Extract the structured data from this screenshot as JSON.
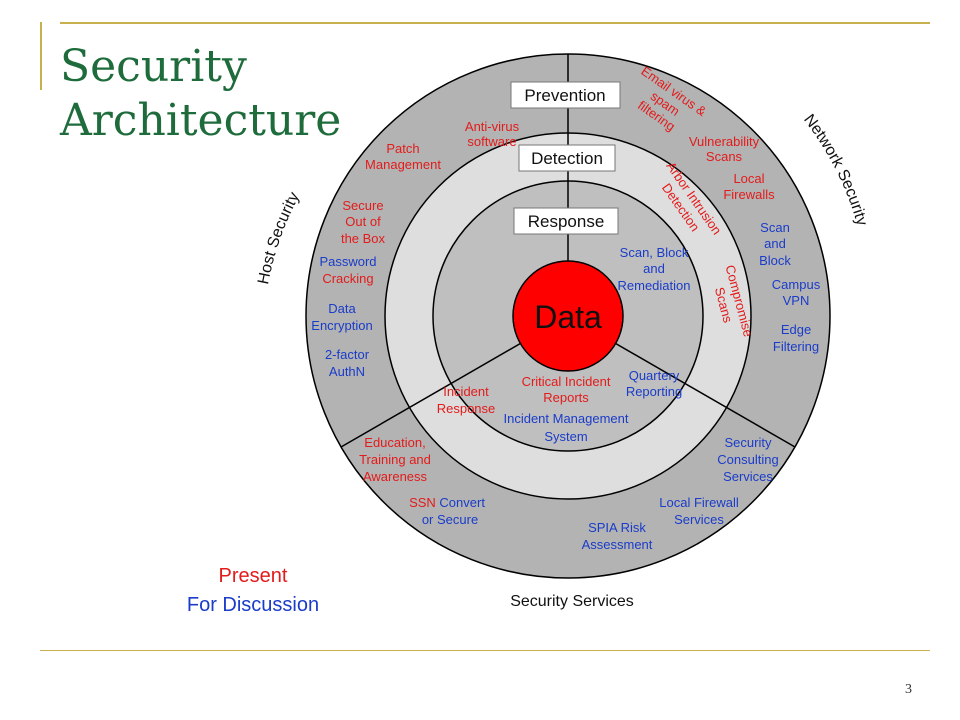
{
  "slide": {
    "title_line1": "Security",
    "title_line2": "Architecture",
    "page_number": "3"
  },
  "colors": {
    "title": "#1e6b3b",
    "rule": "#c9b04f",
    "outer_ring": "#b3b3b3",
    "mid_ring": "#dedede",
    "inner_ring": "#bfbfbf",
    "core": "#ff0000",
    "red_text": "#e31b1b",
    "blue_text": "#1a3cc9"
  },
  "diagram": {
    "core": "Data",
    "layers": {
      "prevention": "Prevention",
      "detection": "Detection",
      "response": "Response"
    },
    "sectors": {
      "host": "Host Security",
      "network": "Network Security",
      "services": "Security Services"
    },
    "items": {
      "email_virus": [
        "Email virus &",
        "spam",
        "filtering"
      ],
      "antivirus": [
        "Anti-virus",
        "software"
      ],
      "vulnerability_scans": [
        "Vulnerability",
        "Scans"
      ],
      "patch_management": [
        "Patch",
        "Management"
      ],
      "local_firewalls": [
        "Local",
        "Firewalls"
      ],
      "secure_box": [
        "Secure",
        "Out of",
        "the Box"
      ],
      "arbor": [
        "Arbor Intrusion",
        "Detection"
      ],
      "scan_block": [
        "Scan",
        "and",
        "Block"
      ],
      "password_cracking": [
        "Password",
        "Cracking"
      ],
      "scan_block_remediation": [
        "Scan, Block",
        "and",
        "Remediation"
      ],
      "campus_vpn": [
        "Campus",
        "VPN"
      ],
      "compromise_scans": [
        "Compromise",
        "Scans"
      ],
      "data_encryption": [
        "Data",
        "Encryption"
      ],
      "edge_filtering": [
        "Edge",
        "Filtering"
      ],
      "two_factor": [
        "2-factor",
        "AuthN"
      ],
      "quarterly_reporting": [
        "Quartery",
        "Reporting"
      ],
      "critical_incident": [
        "Critical Incident",
        "Reports"
      ],
      "incident_response": [
        "Incident",
        "Response"
      ],
      "incident_mgmt": [
        "Incident Management",
        "System"
      ],
      "education": [
        "Education,",
        "Training and",
        "Awareness"
      ],
      "security_consulting": [
        "Security",
        "Consulting",
        "Services"
      ],
      "ssn_red": "SSN",
      "ssn_blue": " Convert",
      "ssn_line2": "or Secure",
      "local_firewall_services": [
        "Local Firewall",
        "Services"
      ],
      "spia": [
        "SPIA Risk",
        "Assessment"
      ]
    }
  },
  "legend": {
    "present": "Present",
    "discussion": "For Discussion"
  }
}
